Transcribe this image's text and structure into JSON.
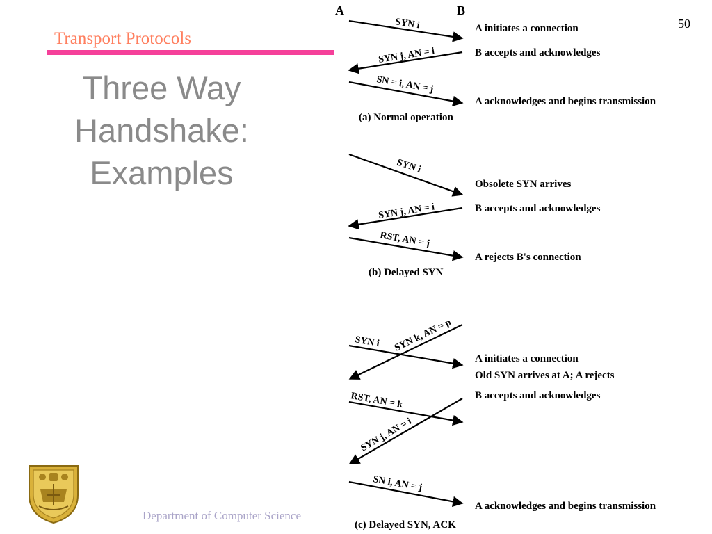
{
  "header": {
    "section": "Transport Protocols",
    "slide_number": "50"
  },
  "title": {
    "line1": "Three Way",
    "line2": "Handshake:",
    "line3": "Examples"
  },
  "footer": {
    "text": "Department of Computer Science"
  },
  "diagram": {
    "party_a": "A",
    "party_b": "B",
    "a": {
      "caption": "(a) Normal operation",
      "msg1": "SYN i",
      "msg2": "SYN j, AN = i",
      "msg3": "SN = i, AN = j",
      "note1": "A initiates a connection",
      "note2": "B accepts and acknowledges",
      "note3": "A acknowledges and begins transmission"
    },
    "b": {
      "caption": "(b) Delayed SYN",
      "msg1": "SYN i",
      "msg2": "SYN j, AN = i",
      "msg3": "RST, AN = j",
      "note1": "Obsolete SYN arrives",
      "note2": "B accepts and acknowledges",
      "note3": "A rejects B's connection"
    },
    "c": {
      "caption": "(c) Delayed SYN, ACK",
      "msg1": "SYN i",
      "msg2": "SYN k, AN = p",
      "msg3": "RST, AN = k",
      "msg4": "SYN j, AN = i",
      "msg5": "SN i, AN = j",
      "note1": "A initiates a connection",
      "note2": "Old SYN arrives at A; A rejects",
      "note3": "B accepts and acknowledges",
      "note4": "A acknowledges and begins transmission"
    }
  },
  "colors": {
    "section_title": "#ff7f5f",
    "rule": "#f5409a",
    "title_text": "#8a8a8a",
    "footer_text": "#aaa4c8",
    "logo_gold": "#d9b13a"
  }
}
